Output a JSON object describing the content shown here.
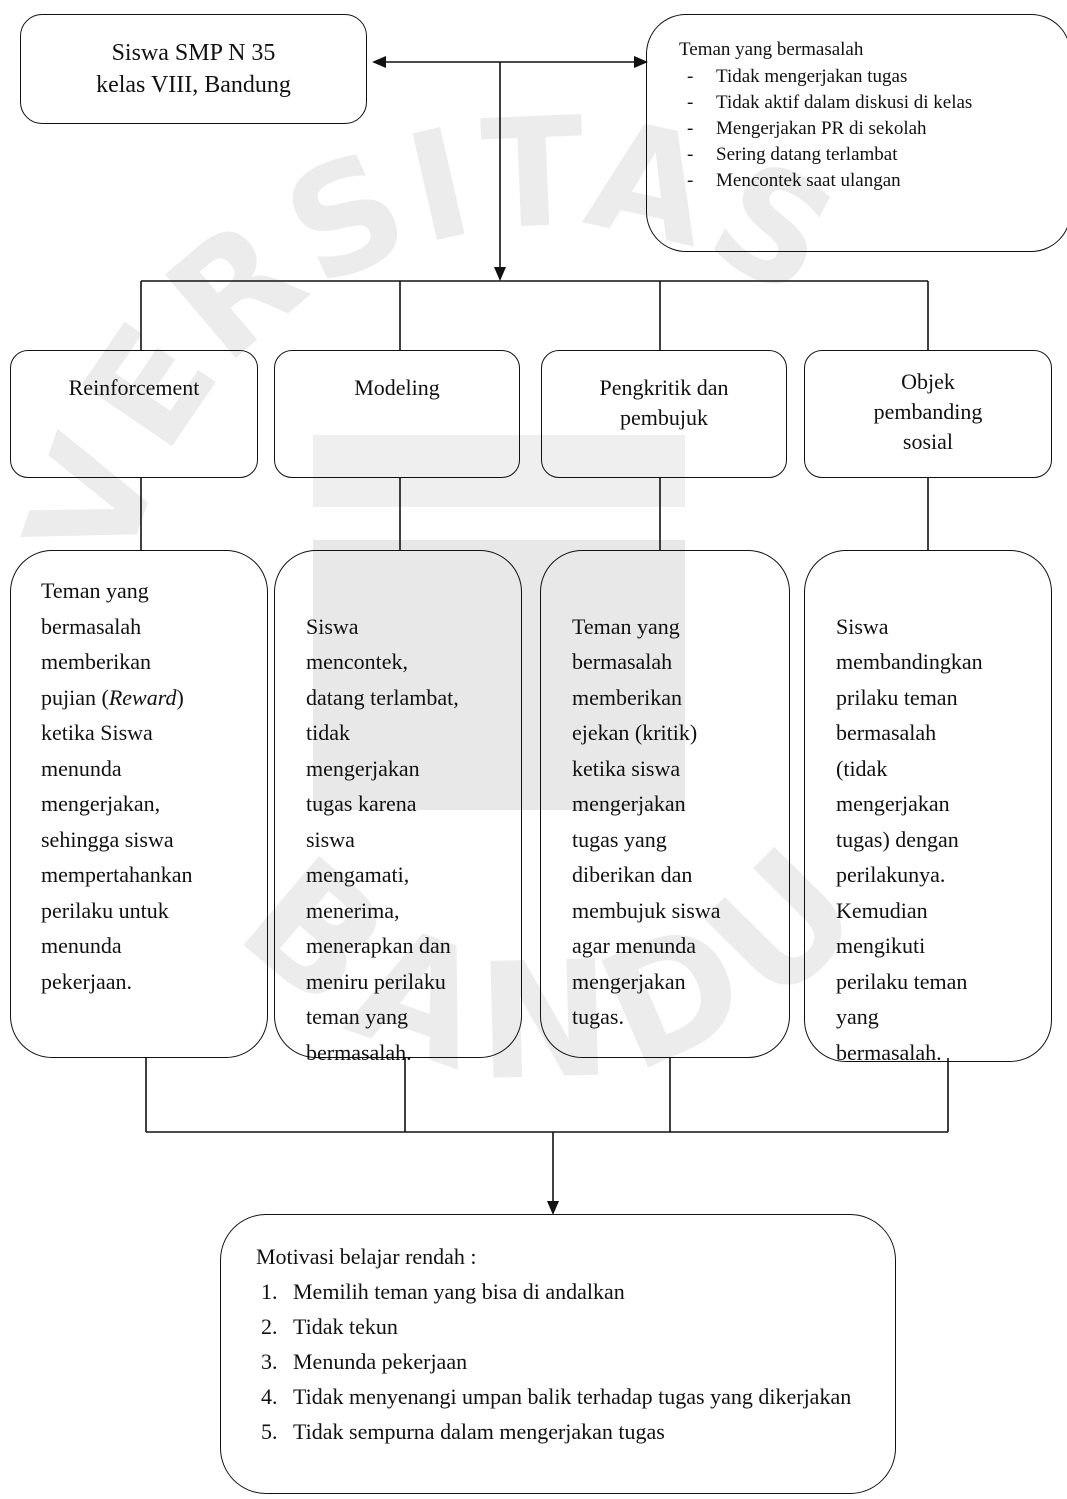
{
  "watermark": {
    "text": "UNIVERSITAS ISLAM BANDUNG",
    "color": "#e6e6e6"
  },
  "top_box": {
    "line1": "Siswa SMP N 35",
    "line2": "kelas VIII, Bandung"
  },
  "problem_box": {
    "title": "Teman yang bermasalah",
    "items": [
      "Tidak mengerjakan  tugas",
      "Tidak aktif dalam diskusi di kelas",
      "Mengerjakan PR di sekolah",
      "Sering datang terlambat",
      "Mencontek saat ulangan"
    ]
  },
  "categories": [
    {
      "heading": "Reinforcement",
      "description_before": "Teman yang\nbermasalah\nmemberikan\npujian (",
      "description_italic": "Reward",
      "description_after": ")\nketika Siswa\nmenunda\nmengerjakan,\nsehingga siswa\nmempertahankan\nperilaku  untuk\nmenunda\npekerjaan."
    },
    {
      "heading": "Modeling",
      "description": "Siswa\nmencontek,\ndatang terlambat,\ntidak\nmengerjakan\ntugas karena\nsiswa\nmengamati,\nmenerima,\nmenerapkan dan\nmeniru perilaku\nteman yang\nbermasalah."
    },
    {
      "heading_line1": "Pengkritik dan",
      "heading_line2": "pembujuk",
      "description": "Teman yang\nbermasalah\nmemberikan\nejekan (kritik)\nketika siswa\nmengerjakan\ntugas yang\ndiberikan dan\nmembujuk siswa\nagar menunda\nmengerjakan\ntugas."
    },
    {
      "heading_line1": "Objek",
      "heading_line2": "pembanding",
      "heading_line3": "sosial",
      "description": "Siswa\nmembandingkan\nprilaku teman\nbermasalah\n(tidak\nmengerjakan\ntugas) dengan\nperilakunya.\nKemudian\nmengikuti\nperilaku teman\nyang\nbermasalah."
    }
  ],
  "outcome": {
    "title": "Motivasi belajar rendah :",
    "items": [
      {
        "num": "1.",
        "text": "Memilih teman yang bisa di andalkan"
      },
      {
        "num": "2.",
        "text": "Tidak tekun"
      },
      {
        "num": "3.",
        "text": "Menunda pekerjaan"
      },
      {
        "num": "4.",
        "text": "Tidak menyenangi umpan balik terhadap tugas yang dikerjakan"
      },
      {
        "num": "5.",
        "text": "Tidak sempurna dalam mengerjakan tugas"
      }
    ]
  }
}
